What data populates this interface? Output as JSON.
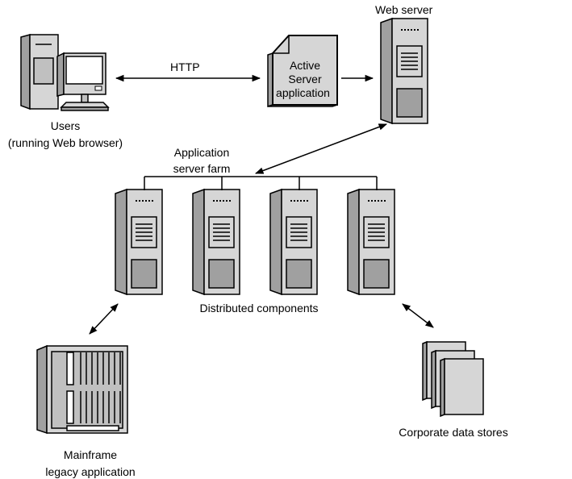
{
  "labels": {
    "web_server": "Web server",
    "http": "HTTP",
    "asp_line1": "Active",
    "asp_line2": "Server",
    "asp_line3": "application",
    "users_line1": "Users",
    "users_line2": "(running Web browser)",
    "farm_line1": "Application",
    "farm_line2": "server farm",
    "distributed": "Distributed components",
    "mainframe_line1": "Mainframe",
    "mainframe_line2": "legacy application",
    "datastores": "Corporate data stores"
  },
  "colors": {
    "device_light": "#d6d6d6",
    "device_mid": "#c0c0c0",
    "device_dark": "#a0a0a0",
    "stroke": "#000000"
  },
  "icons": [
    "desktop-computer-icon",
    "document-icon",
    "server-tower-icon",
    "mainframe-icon",
    "data-store-stack-icon"
  ]
}
